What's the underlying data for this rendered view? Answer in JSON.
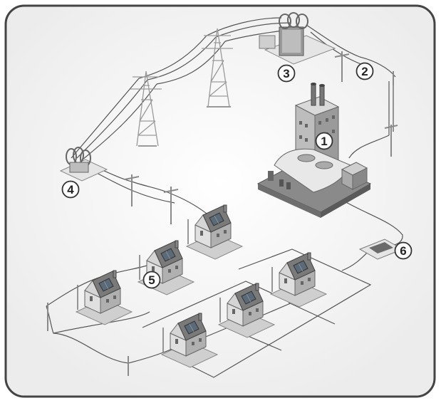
{
  "markers": [
    {
      "id": "power-plant",
      "number": "1"
    },
    {
      "id": "step-up-transformer",
      "number": "2"
    },
    {
      "id": "substation-transformer",
      "number": "3"
    },
    {
      "id": "distribution-transformer",
      "number": "4"
    },
    {
      "id": "homes",
      "number": "5"
    },
    {
      "id": "solar-inverter",
      "number": "6"
    }
  ],
  "colors": {
    "frame": "#444444",
    "panel": "#f4f4f4",
    "line": "#555555",
    "tower": "#bdbdbd",
    "building_wall": "#cfcfcf",
    "building_dark": "#8a8a8a",
    "roof": "#7a7a7a",
    "solar_panel": "#5a6a78",
    "marker_fill": "#ffffff",
    "marker_stroke": "#333333"
  }
}
